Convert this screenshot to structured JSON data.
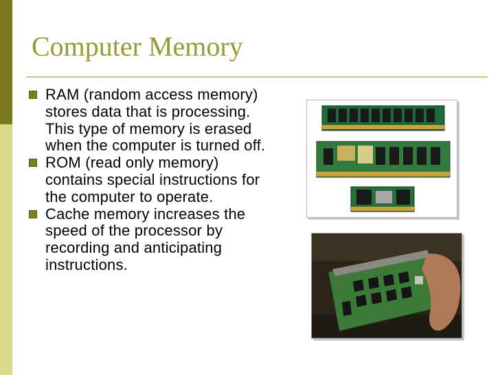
{
  "slide": {
    "title": "Computer Memory",
    "bullets": [
      {
        "text": "RAM (random access memory) stores data that is processing.  This type of memory is erased when the computer is turned off."
      },
      {
        "text": "ROM (read only memory) contains special instructions for the computer to operate."
      },
      {
        "text": "Cache memory increases the speed of the processor by recording and anticipating instructions."
      }
    ]
  },
  "colors": {
    "title": "#999933",
    "bullet": "#7f7f1f",
    "side_bar_dark": "#7a7a1c",
    "side_bar_light": "#d9d98a"
  },
  "images": [
    {
      "icon": "ram-modules-photo"
    },
    {
      "icon": "memory-board-photo"
    }
  ]
}
